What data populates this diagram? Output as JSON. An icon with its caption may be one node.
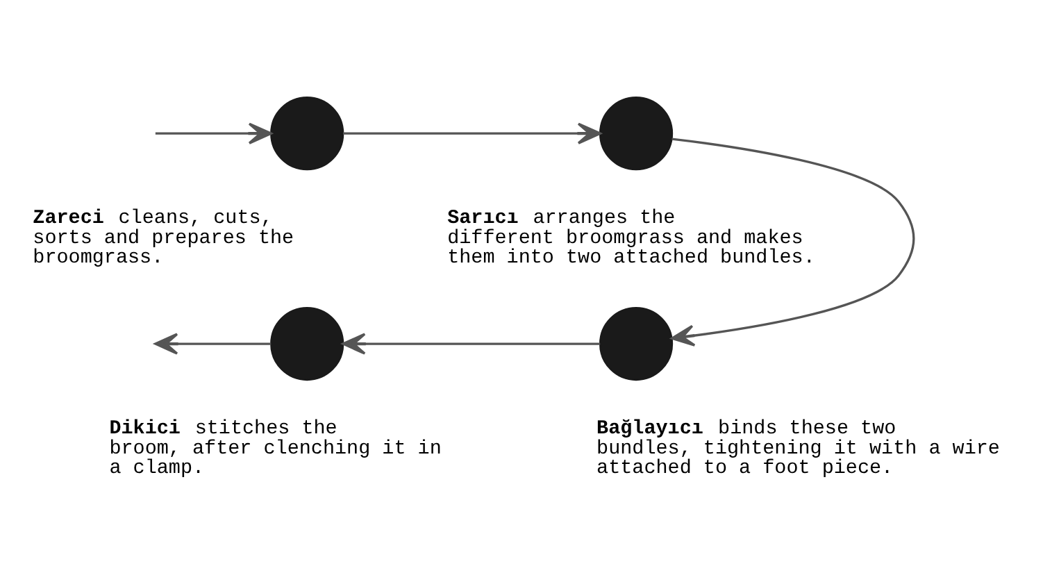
{
  "diagram": {
    "nodes": [
      {
        "text": [],
        "shape": "circle",
        "beside": [
          "**Zareci** cleans, cuts, sorts and prepares the broomgrass."
        ]
      },
      {
        "text": [],
        "shape": "circle",
        "beside": [
          "**Sarıcı** arranges the different broomgrass and makes them into two attached bundles."
        ]
      },
      {
        "text": [],
        "shape": "circle",
        "beside": [
          "**Bağlayıcı** binds these two bundles, tightening it with a wire attached to a foot piece."
        ]
      },
      {
        "text": [],
        "shape": "circle",
        "beside": [
          "**Dikici** stitches the broom, after clenching it in a clamp."
        ]
      }
    ],
    "edges": [
      {
        "from": null,
        "to": 0,
        "arrow": "to"
      },
      {
        "from": 0,
        "to": 1,
        "arrow": "to"
      },
      {
        "from": 1,
        "to": 2,
        "arrow": "to"
      },
      {
        "from": 2,
        "to": 3,
        "arrow": "to"
      },
      {
        "from": 3,
        "to": null,
        "arrow": "to"
      }
    ]
  }
}
